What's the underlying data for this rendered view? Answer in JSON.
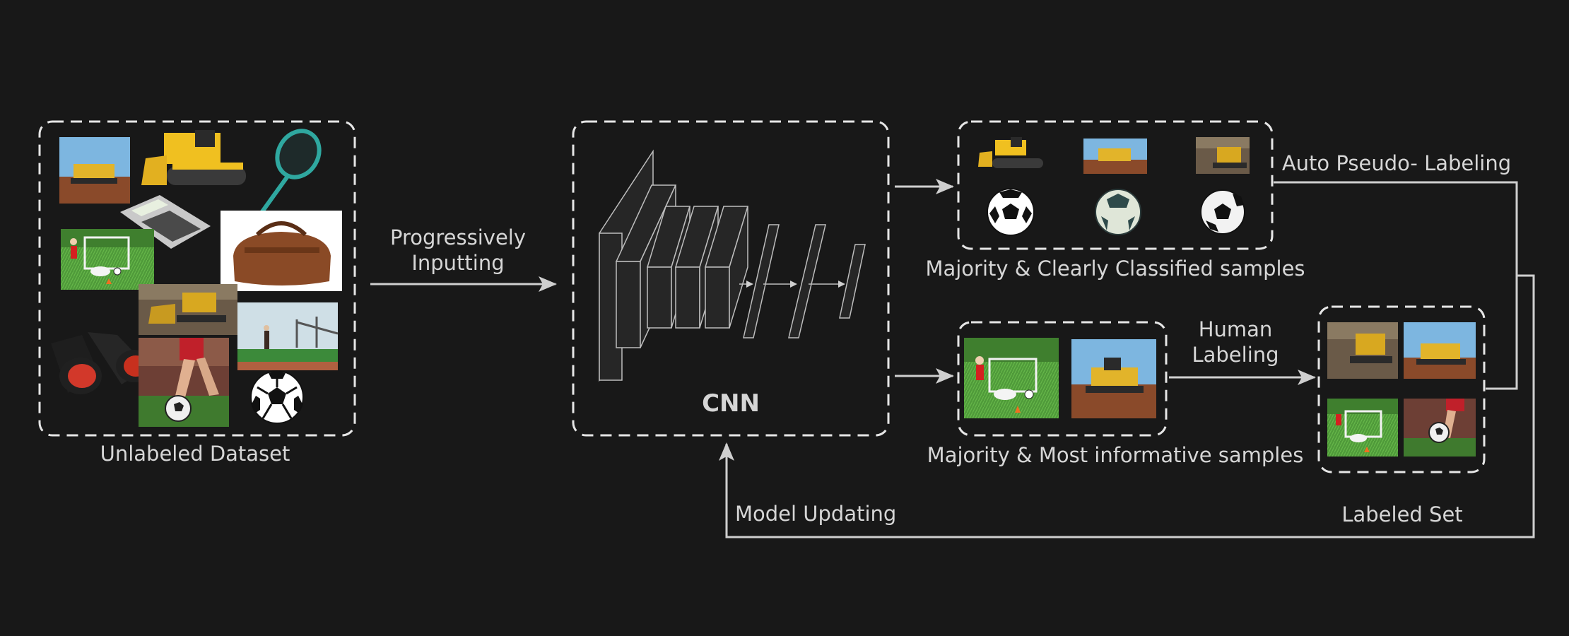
{
  "diagram": {
    "unlabeled_dataset": {
      "caption": "Unlabeled Dataset"
    },
    "input_edge": {
      "label_line1": "Progressively",
      "label_line2": "Inputting"
    },
    "cnn": {
      "label": "CNN"
    },
    "clear_samples": {
      "caption": "Majority & Clearly Classified samples"
    },
    "informative_samples": {
      "caption": "Majority & Most informative samples"
    },
    "auto_edge": {
      "label": "Auto Pseudo- Labeling"
    },
    "human_edge": {
      "label_line1": "Human",
      "label_line2": "Labeling"
    },
    "labeled_set": {
      "caption": "Labeled Set"
    },
    "update_edge": {
      "label": "Model Updating"
    }
  },
  "colors": {
    "background": "#181818",
    "stroke": "#e6e6e6",
    "text": "#d6d6d6",
    "cnn_fill": "#262626"
  },
  "thumbnails": [
    "bulldozer-on-dirt",
    "yellow-bulldozer",
    "badminton-racket",
    "calculator",
    "leather-duffel-bag",
    "girl-dog-soccer-goal",
    "bulldozer-sunset",
    "binoculars",
    "soccer-player-kicking",
    "bridge-runner",
    "soccer-ball"
  ]
}
